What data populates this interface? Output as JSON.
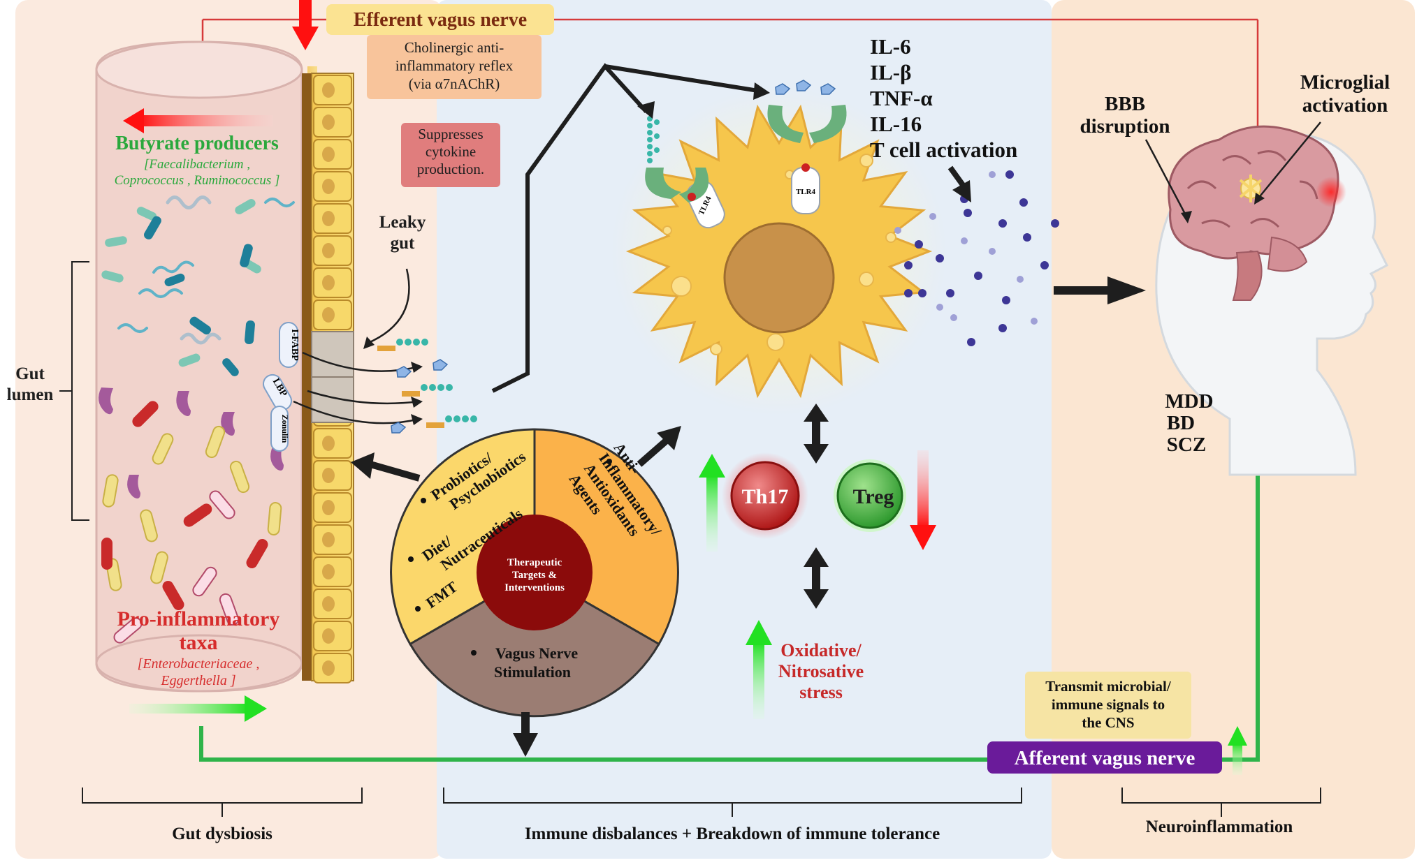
{
  "panels": {
    "left_caption": "Gut dysbiosis",
    "middle_caption": "Immune disbalances + Breakdown of immune tolerance",
    "right_caption": "Neuroinflammation"
  },
  "vagus": {
    "efferent": "Efferent vagus nerve",
    "afferent": "Afferent vagus nerve",
    "reflex_lines": [
      "Cholinergic anti-",
      "inflammatory reflex",
      "(via α7nAChR)"
    ],
    "suppress_lines": [
      "Suppresses",
      "cytokine",
      "production."
    ],
    "transmit_lines": [
      "Transmit microbial/",
      "immune signals to",
      "the CNS"
    ]
  },
  "gut": {
    "lumen_lines": [
      "Gut",
      "lumen"
    ],
    "leaky_lines": [
      "Leaky",
      "gut"
    ],
    "butyrate_title": "Butyrate producers",
    "butyrate_taxa_lines": [
      "[Faecalibacterium ,",
      "Coprococcus , Ruminococcus ]"
    ],
    "proinflam_lines": [
      "Pro-inflammatory",
      "taxa"
    ],
    "proinflam_taxa_lines": [
      "[Enterobacteriaceae ,",
      "Eggerthella ]"
    ],
    "markers": [
      "I-FABP",
      "LBP",
      "Zonulin"
    ]
  },
  "immune": {
    "cytokines": [
      "IL-6",
      "IL-β",
      "TNF-α",
      "IL-16",
      "T cell activation"
    ],
    "tlr": "TLR4",
    "th17": "Th17",
    "treg": "Treg",
    "oxidative_lines": [
      "Oxidative/",
      "Nitrosative",
      "stress"
    ]
  },
  "therapy": {
    "center_lines": [
      "Therapeutic",
      "Targets &",
      "Interventions"
    ],
    "yellow_items": [
      [
        "Probiotics/",
        "Psychobiotics"
      ],
      [
        "Diet/",
        "Nutraceuticals"
      ],
      [
        "FMT"
      ]
    ],
    "orange_item": [
      "Anti-",
      "Inflammatory/",
      "Antioxidants",
      "Agents"
    ],
    "brown_item": [
      "Vagus Nerve",
      "Stimulation"
    ]
  },
  "brain": {
    "bbb_lines": [
      "BBB",
      "disruption"
    ],
    "microglia_lines": [
      "Microglial",
      "activation"
    ],
    "disorders": [
      "MDD",
      "BD",
      "SCZ"
    ]
  },
  "colors": {
    "left_bg": "#fbeadf",
    "mid_bg": "#e6eef7",
    "right_bg": "#fbe6d2",
    "efferent_box": "#fbe392",
    "afferent_box": "#6a1b9a",
    "reflex_box": "#f8c49b",
    "suppress_box": "#e07d7d",
    "transmit_box": "#f6e4a4",
    "red_arrow": "#ff1010",
    "green_line": "#2fb44a",
    "butyrate_text": "#2aa83c",
    "proinflam_text": "#d62c2c",
    "cell_body": "#f6c64c",
    "nucleus": "#c8914a",
    "th17": "#d42d2d",
    "treg": "#3fb53f",
    "yellow_sector": "#fbd76b",
    "orange_sector": "#fbb24a",
    "brown_sector": "#9b7d73",
    "center_circle": "#8b0b0b"
  }
}
